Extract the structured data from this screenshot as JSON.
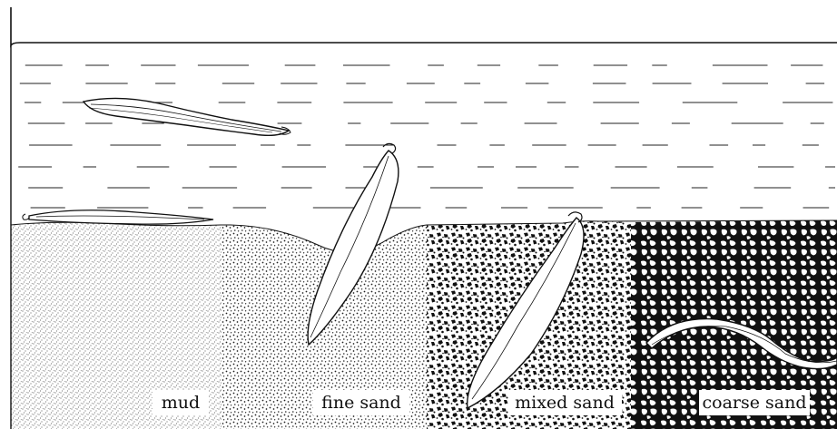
{
  "figure": {
    "labels": {
      "mud": "mud",
      "fine_sand": "fine sand",
      "mixed_sand": "mixed sand",
      "coarse_sand": "coarse sand"
    },
    "colors": {
      "ink": "#111111",
      "paper": "#ffffff"
    }
  }
}
